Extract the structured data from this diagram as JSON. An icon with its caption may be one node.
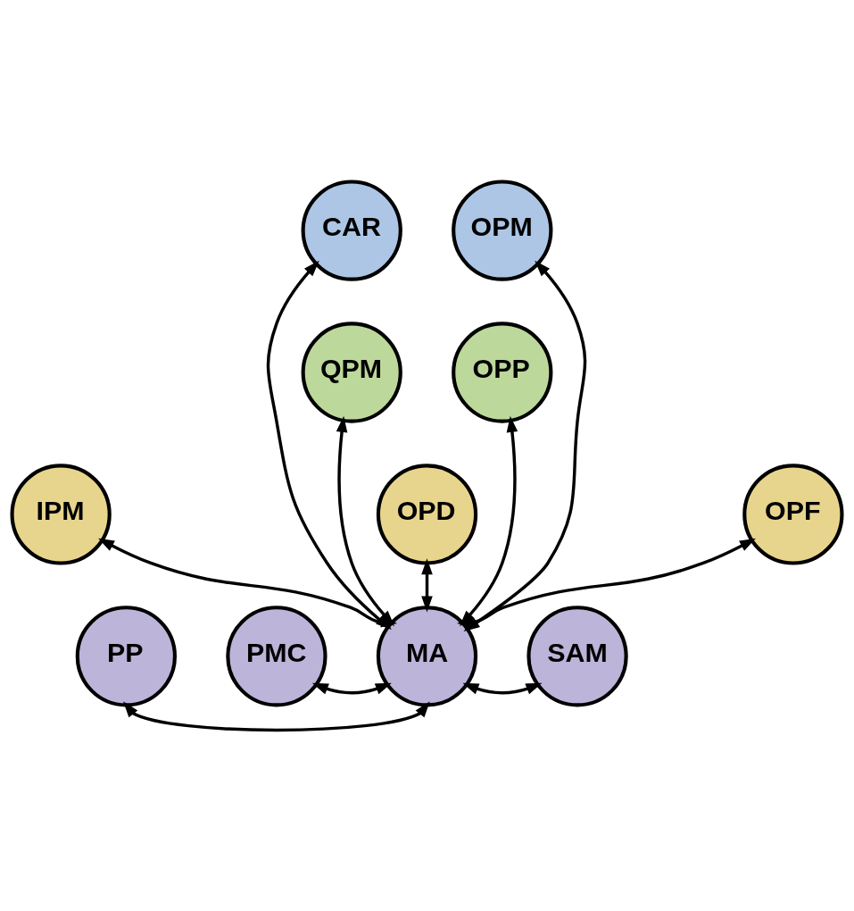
{
  "diagram": {
    "nodes": [
      {
        "text": [
          "OPM"
        ]
      },
      {
        "text": [
          "CAR"
        ]
      },
      {
        "text": [
          "OPP"
        ]
      },
      {
        "text": [
          "QPM"
        ]
      },
      {
        "text": [
          "IPM"
        ]
      },
      {
        "text": [
          "OPD"
        ]
      },
      {
        "text": [
          "OPF"
        ]
      },
      {
        "text": [
          "PP"
        ]
      },
      {
        "text": [
          "PMC"
        ]
      },
      {
        "text": [
          "MA"
        ]
      },
      {
        "text": [
          "SAM"
        ]
      }
    ],
    "edges": [
      {
        "from": 9,
        "to": 1,
        "arrow": "both"
      },
      {
        "from": 9,
        "to": 0,
        "arrow": "both"
      },
      {
        "from": 9,
        "to": 2,
        "arrow": "both"
      },
      {
        "from": 9,
        "to": 3,
        "arrow": "both"
      },
      {
        "from": 9,
        "to": 4,
        "arrow": "both"
      },
      {
        "from": 9,
        "to": 5,
        "arrow": "both"
      },
      {
        "from": 9,
        "to": 6,
        "arrow": "both"
      },
      {
        "from": 9,
        "to": 7,
        "arrow": "both"
      },
      {
        "from": 9,
        "to": 8,
        "arrow": "both"
      },
      {
        "from": 9,
        "to": 10,
        "arrow": "both"
      }
    ]
  }
}
